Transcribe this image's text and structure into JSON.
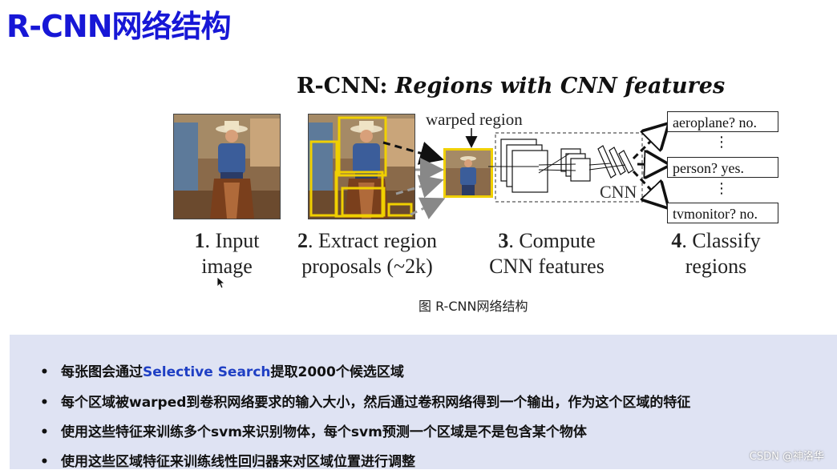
{
  "slide_title": "R-CNN网络结构",
  "figure": {
    "title_bold": "R-CNN:",
    "title_italic": "Regions with CNN features",
    "warped_label": "warped region",
    "cnn_label": "CNN",
    "steps": [
      {
        "num": "1",
        "line1": ". Input",
        "line2": "image"
      },
      {
        "num": "2",
        "line1": ". Extract region",
        "line2": "proposals (~2k)"
      },
      {
        "num": "3",
        "line1": ". Compute",
        "line2": "CNN features"
      },
      {
        "num": "4",
        "line1": ". Classify",
        "line2": "regions"
      }
    ],
    "outputs": [
      "aeroplane? no.",
      "person? yes.",
      "tvmonitor? no."
    ],
    "dots": "⋮"
  },
  "caption": "图 R-CNN网络结构",
  "bullets": [
    {
      "pre": "每张图会通过",
      "hl": "Selective Search",
      "post": "提取2000个候选区域"
    },
    {
      "pre": "每个区域被warped到卷积网络要求的输入大小，然后通过卷积网络得到一个输出，作为这个区域的特征",
      "hl": "",
      "post": ""
    },
    {
      "pre": "使用这些特征来训练多个svm来识别物体，每个svm预测一个区域是不是包含某个物体",
      "hl": "",
      "post": ""
    },
    {
      "pre": "使用这些区域特征来训练线性回归器来对区域位置进行调整",
      "hl": "",
      "post": ""
    }
  ],
  "bullet_marker": "•",
  "watermark": "CSDN @神洛华",
  "colors": {
    "title": "#1717d6",
    "highlight": "#1f3fc4",
    "proposal_box": "#f0d000",
    "panel": "#dfe3f3"
  }
}
